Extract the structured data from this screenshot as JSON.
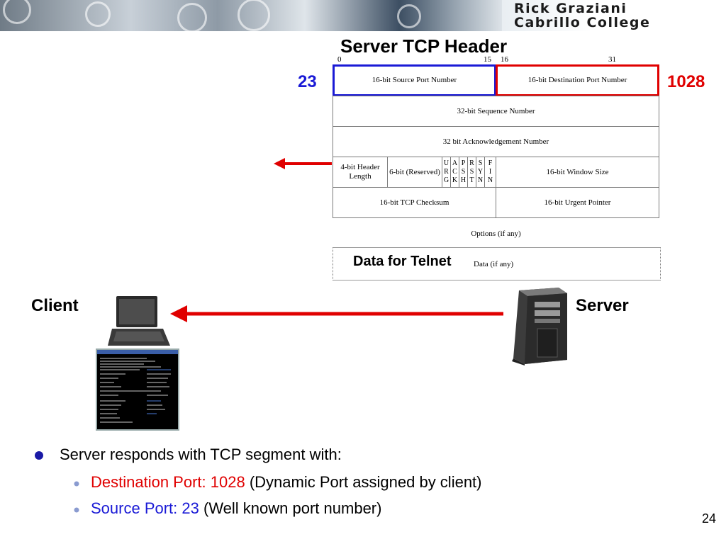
{
  "banner": {
    "line1": "Rick Graziani",
    "line2": "Cabrillo College"
  },
  "title": "Server TCP Header",
  "bits": {
    "b0": "0",
    "b15": "15",
    "b16": "16",
    "b31": "31"
  },
  "ports": {
    "source": "23",
    "destination": "1028"
  },
  "header": {
    "source_port": "16-bit Source Port Number",
    "dest_port": "16-bit Destination Port Number",
    "sequence": "32-bit Sequence Number",
    "ack": "32 bit Acknowledgement Number",
    "header_length": "4-bit Header Length",
    "reserved": "6-bit (Reserved)",
    "flags": [
      [
        "U",
        "R",
        "G"
      ],
      [
        "A",
        "C",
        "K"
      ],
      [
        "P",
        "S",
        "H"
      ],
      [
        "R",
        "S",
        "T"
      ],
      [
        "S",
        "Y",
        "N"
      ],
      [
        "F",
        "I",
        "N"
      ]
    ],
    "window": "16-bit Window Size",
    "checksum": "16-bit TCP Checksum",
    "urgent": "16-bit Urgent Pointer",
    "options": "Options (if any)",
    "data_big": "Data for Telnet",
    "data_small": "Data (if any)"
  },
  "labels": {
    "client": "Client",
    "server": "Server"
  },
  "colors": {
    "red": "#e00000",
    "blue": "#1a1ad6",
    "bullet": "#1a1aa6"
  },
  "bullets": {
    "main": "Server responds with TCP segment with:",
    "dest_red": "Destination Port: 1028",
    "dest_rest": " (Dynamic Port assigned by client)",
    "src_blue": "Source Port: 23",
    "src_rest": " (Well known port number)"
  },
  "page_number": "24"
}
